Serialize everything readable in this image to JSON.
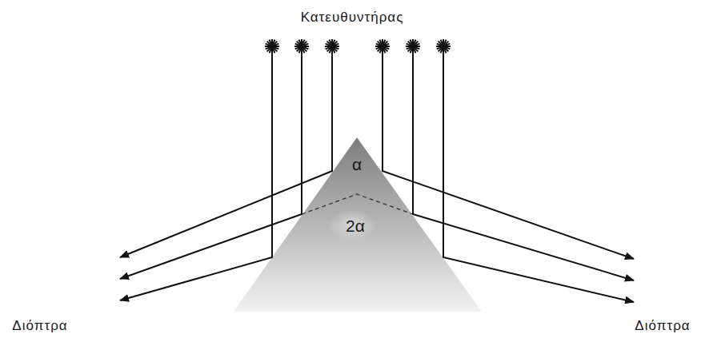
{
  "diagram": {
    "labels": [
      "Κατευθυντήρας",
      "α",
      "2α",
      "Διόπτρα",
      "Διόπτρα"
    ]
  }
}
